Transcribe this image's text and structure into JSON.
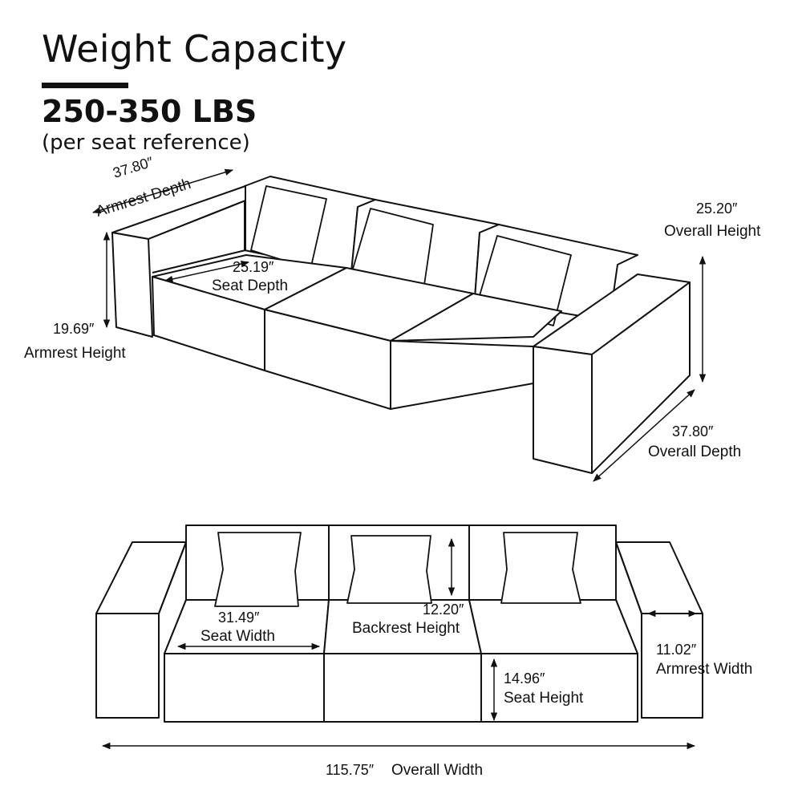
{
  "header": {
    "title": "Weight Capacity",
    "capacity": "250-350 LBS",
    "capacity_note": "(per seat reference)"
  },
  "dimensions": {
    "armrest_depth": {
      "value": "37.80″",
      "label": "Armrest Depth"
    },
    "overall_height": {
      "value": "25.20″",
      "label": "Overall  Height"
    },
    "seat_depth": {
      "value": "25.19″",
      "label": "Seat Depth"
    },
    "armrest_height": {
      "value": "19.69″",
      "label": "Armrest Height"
    },
    "overall_depth": {
      "value": "37.80″",
      "label": "Overall Depth"
    },
    "seat_width": {
      "value": "31.49″",
      "label": "Seat Width"
    },
    "backrest_height": {
      "value": "12.20″",
      "label": "Backrest Height"
    },
    "armrest_width": {
      "value": "11.02″",
      "label": "Armrest Width"
    },
    "seat_height": {
      "value": "14.96″",
      "label": "Seat Height"
    },
    "overall_width": {
      "value": "115.75″",
      "label": "Overall Width"
    }
  },
  "colors": {
    "ink": "#111111",
    "background": "#ffffff"
  }
}
